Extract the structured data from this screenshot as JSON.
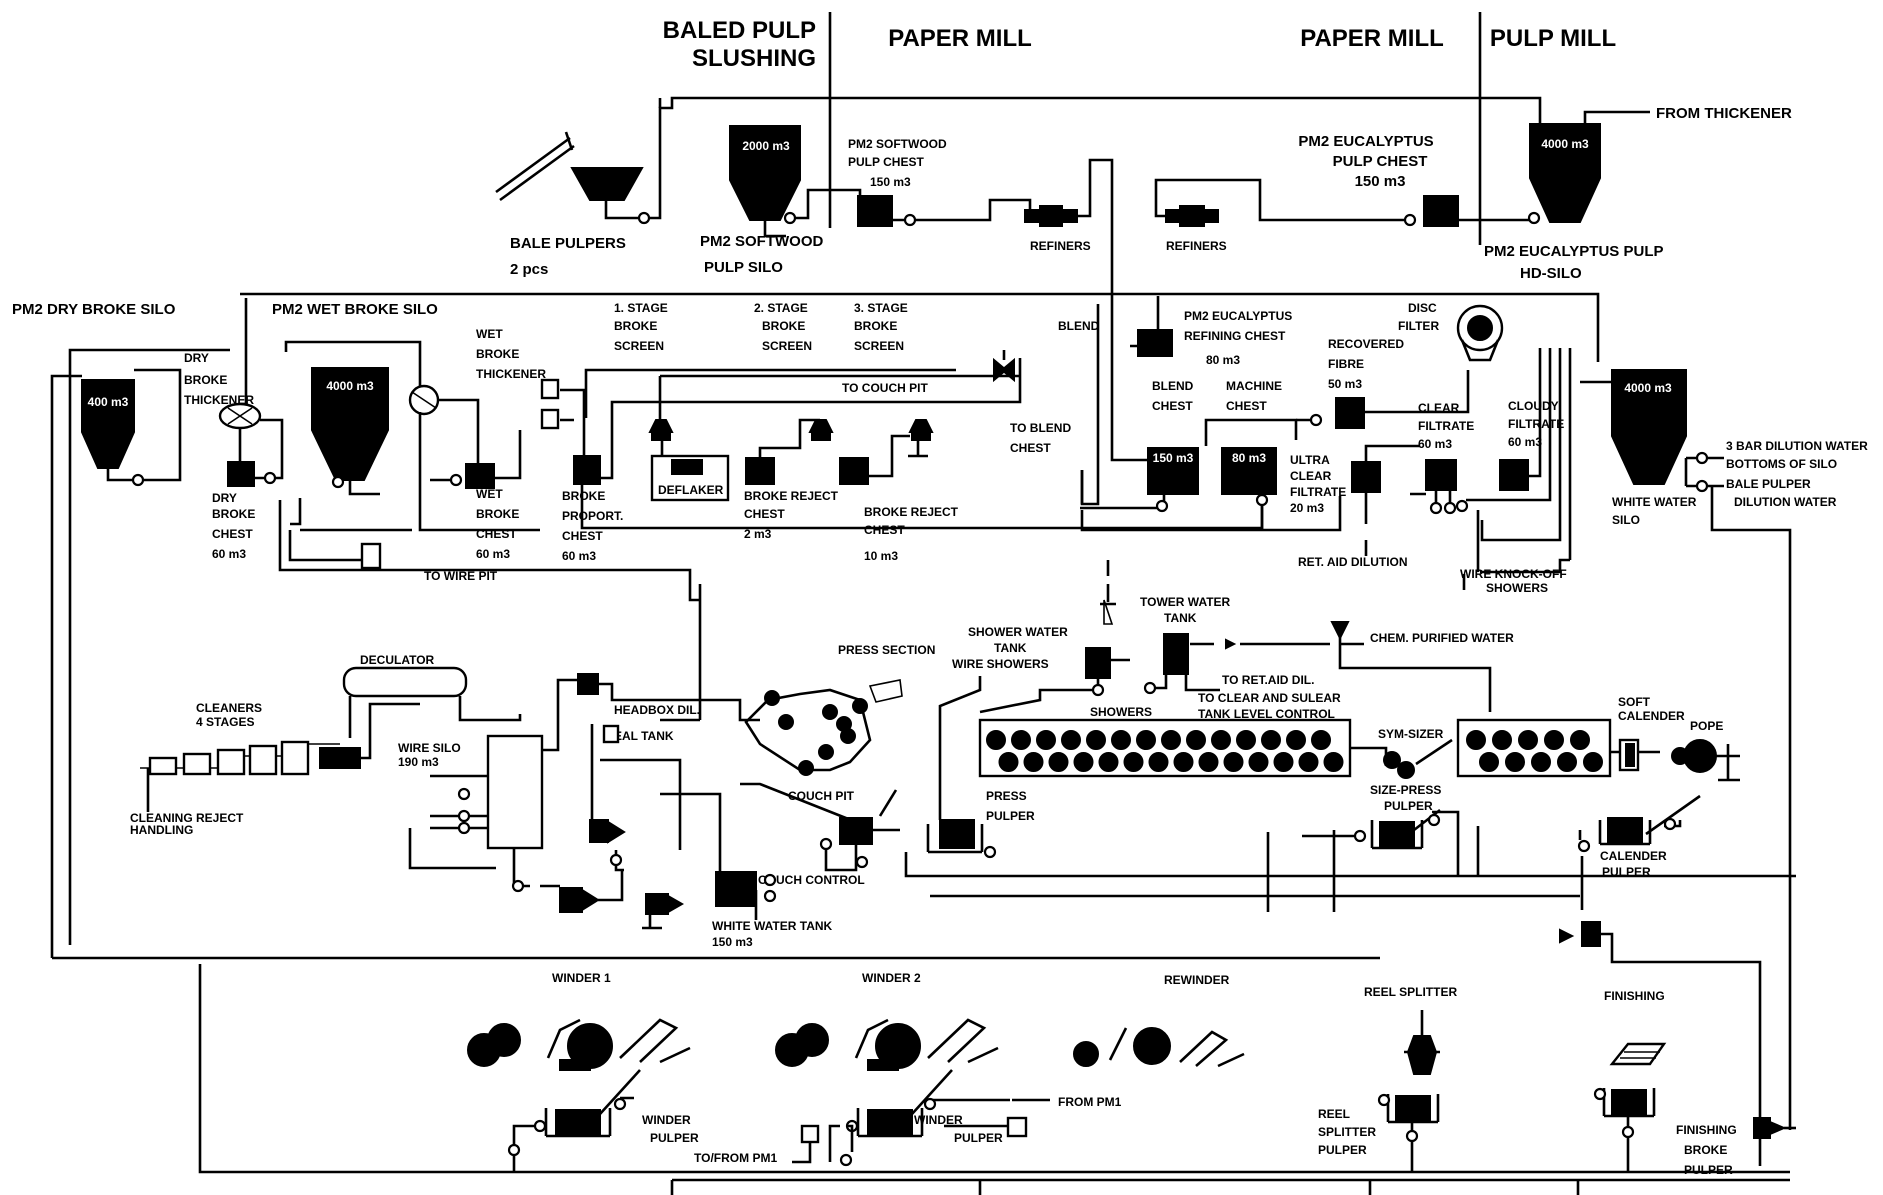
{
  "headers": {
    "baled_pulp_slushing": [
      "BALED PULP",
      "SLUSHING"
    ],
    "paper_mill_left": "PAPER MILL",
    "paper_mill_right": "PAPER MILL",
    "pulp_mill": "PULP MILL"
  },
  "pulp_line": {
    "bale_pulpers": [
      "BALE PULPERS",
      "2 pcs"
    ],
    "softwood_silo": [
      "PM2 SOFTWOOD",
      "PULP SILO"
    ],
    "softwood_silo_volume": "2000 m3",
    "softwood_chest": [
      "PM2 SOFTWOOD",
      "PULP CHEST",
      "150 m3"
    ],
    "refiners_left": "REFINERS",
    "refiners_right": "REFINERS",
    "eucalyptus_chest": [
      "PM2 EUCALYPTUS",
      "PULP CHEST",
      "150 m3"
    ],
    "eucalyptus_silo": [
      "PM2 EUCALYPTUS PULP",
      "HD-SILO"
    ],
    "eucalyptus_silo_volume": "4000 m3",
    "from_thickener": "FROM THICKENER"
  },
  "broke": {
    "dry_broke_silo": "PM2 DRY BROKE SILO",
    "dry_silo_volume": "400 m3",
    "dry_broke_thickener": [
      "DRY",
      "BROKE",
      "THICKENER"
    ],
    "dry_broke_chest": [
      "DRY",
      "BROKE",
      "CHEST",
      "60 m3"
    ],
    "wet_broke_silo": "PM2 WET BROKE SILO",
    "wet_silo_volume": "4000 m3",
    "wet_broke_thickener": [
      "WET",
      "BROKE",
      "THICKENER"
    ],
    "wet_broke_chest": [
      "WET",
      "BROKE",
      "CHEST",
      "60 m3"
    ],
    "to_wire_pit_top": "TO WIRE PIT",
    "broke_proport_chest": [
      "BROKE",
      "PROPORT.",
      "CHEST",
      "60 m3"
    ],
    "screen1": [
      "1. STAGE",
      "BROKE",
      "SCREEN"
    ],
    "screen2": [
      "2. STAGE",
      "BROKE",
      "SCREEN"
    ],
    "screen3": [
      "3. STAGE",
      "BROKE",
      "SCREEN"
    ],
    "deflaker": "DEFLAKER",
    "broke_reject_chest1": [
      "BROKE REJECT",
      "CHEST",
      "2 m3"
    ],
    "broke_reject_chest2": [
      "BROKE REJECT",
      "CHEST",
      "10 m3"
    ],
    "to_couch_pit": "TO COUCH PIT",
    "to_blend_chest": [
      "TO BLEND",
      "CHEST"
    ]
  },
  "stock_prep": {
    "blend_chest": "BLEND",
    "refining_chest": [
      "PM2 EUCALYPTUS",
      "REFINING CHEST",
      "80 m3"
    ],
    "blend_chest_label": [
      "BLEND",
      "CHEST"
    ],
    "machine_chest_label": [
      "MACHINE",
      "CHEST"
    ],
    "blend_vol": "150 m3",
    "machine_vol": "80 m3",
    "recovered_fibre": [
      "RECOVERED",
      "FIBRE",
      "50 m3"
    ],
    "disc_filter": [
      "DISC",
      "FILTER"
    ],
    "ultra_clear_filtrate": [
      "ULTRA",
      "CLEAR",
      "FILTRATE",
      "20 m3"
    ],
    "clear_filtrate": [
      "CLEAR",
      "FILTRATE",
      "60 m3"
    ],
    "cloudy_filtrate": [
      "CLOUDY",
      "FILTRATE",
      "60 m3"
    ],
    "white_water_silo": [
      "WHITE WATER",
      "SILO"
    ],
    "ww_silo_volume": "4000 m3",
    "bar_dilution_water": "3 BAR DILUTION WATER",
    "bottom_of_silo": "BOTTOMS OF SILO",
    "bale_pulper_dilution": [
      "BALE PULPER",
      "DILUTION WATER"
    ],
    "ret_aid_dilution": "RET. AID DILUTION",
    "knock_off_showers": [
      "WIRE KNOCK-OFF",
      "SHOWERS"
    ]
  },
  "approach": {
    "deculator": "DECULATOR",
    "cleaners": [
      "CLEANERS",
      "4 STAGES"
    ],
    "cleaning_reject": [
      "CLEANING REJECT",
      "HANDLING"
    ],
    "wire_silo": [
      "WIRE SILO",
      "190 m3"
    ],
    "headbox_dil": "HEADBOX DIL.",
    "seal_tank": "SEAL TANK",
    "press_section": "PRESS SECTION",
    "couch_pit": "COUCH PIT",
    "couch_control": "COUCH CONTROL",
    "white_water_tank": [
      "WHITE WATER TANK",
      "150 m3"
    ],
    "press_pulper": [
      "PRESS",
      "PULPER"
    ]
  },
  "machine": {
    "shower_water_tank": [
      "SHOWER WATER",
      "TANK"
    ],
    "wire_showers": "WIRE SHOWERS",
    "tower_water_tank": [
      "TOWER WATER",
      "TANK"
    ],
    "chem_purified_water": "CHEM. PURIFIED WATER",
    "showers": "SHOWERS",
    "to_ret_aid_dil": "TO RET.AID DIL.",
    "to_clear_level": [
      "TO CLEAR AND SULEAR",
      "TANK LEVEL CONTROL"
    ],
    "sym_sizer": "SYM-SIZER",
    "size_press_pulper": [
      "SIZE-PRESS",
      "PULPER"
    ],
    "soft_calender": [
      "SOFT",
      "CALENDER"
    ],
    "pope": "POPE",
    "calender_pulper": [
      "CALENDER",
      "PULPER"
    ]
  },
  "finishing": {
    "winder1": "WINDER 1",
    "winder2": "WINDER 2",
    "rewinder": "REWINDER",
    "reel_splitter": "REEL SPLITTER",
    "finishing": "FINISHING",
    "winder_pulper1": [
      "WINDER",
      "PULPER"
    ],
    "winder_pulper2": [
      "WINDER",
      "PULPER"
    ],
    "from_pm1": "FROM PM1",
    "to_pm1": "TO/FROM PM1",
    "reel_splitter_pulper": [
      "REEL",
      "SPLITTER",
      "PULPER"
    ],
    "finishing_broke_pulper": [
      "FINISHING",
      "BROKE",
      "PULPER"
    ]
  },
  "colors": {
    "ink": "#000000",
    "paper": "#ffffff"
  }
}
